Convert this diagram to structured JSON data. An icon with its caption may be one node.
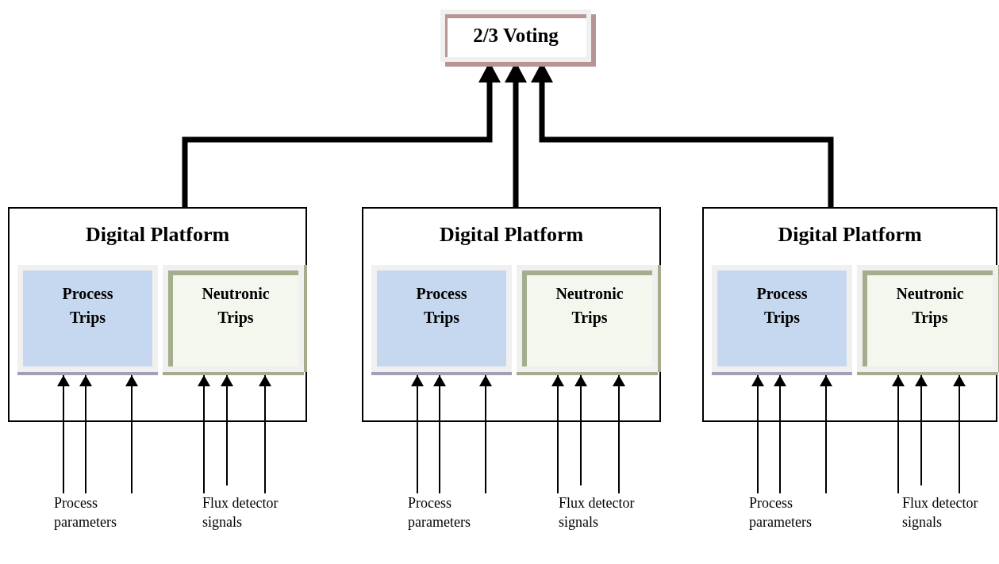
{
  "diagram": {
    "nodes": [
      {
        "text": [
          "2/3 Voting"
        ]
      },
      {
        "text": [
          "Digital Platform"
        ]
      },
      {
        "text": [
          "Process Trips"
        ],
        "in": 1
      },
      {
        "text": [
          "Neutronic Trips"
        ],
        "in": 1
      },
      {
        "text": [
          "Digital Platform"
        ]
      },
      {
        "text": [
          "Process Trips"
        ],
        "in": 4
      },
      {
        "text": [
          "Neutronic Trips"
        ],
        "in": 4
      },
      {
        "text": [
          "Digital Platform"
        ]
      },
      {
        "text": [
          "Process Trips"
        ],
        "in": 7
      },
      {
        "text": [
          "Neutronic Trips"
        ],
        "in": 7
      },
      {
        "text": [
          "Process parameters"
        ]
      },
      {
        "text": [
          "Flux detector signals"
        ]
      },
      {
        "text": [
          "Process parameters"
        ]
      },
      {
        "text": [
          "Flux detector signals"
        ]
      },
      {
        "text": [
          "Process parameters"
        ]
      },
      {
        "text": [
          "Flux detector signals"
        ]
      }
    ],
    "edges": [
      {
        "from": 1,
        "to": 0,
        "arrow": "to",
        "style": "thick"
      },
      {
        "from": 4,
        "to": 0,
        "arrow": "to",
        "style": "thick"
      },
      {
        "from": 7,
        "to": 0,
        "arrow": "to",
        "style": "thick"
      },
      {
        "from": 10,
        "to": 2,
        "arrow": "to"
      },
      {
        "from": 10,
        "to": 2,
        "arrow": "to"
      },
      {
        "from": 10,
        "to": 2,
        "arrow": "to"
      },
      {
        "from": 11,
        "to": 3,
        "arrow": "to"
      },
      {
        "from": 11,
        "to": 3,
        "arrow": "to"
      },
      {
        "from": 11,
        "to": 3,
        "arrow": "to"
      },
      {
        "from": 12,
        "to": 5,
        "arrow": "to"
      },
      {
        "from": 12,
        "to": 5,
        "arrow": "to"
      },
      {
        "from": 12,
        "to": 5,
        "arrow": "to"
      },
      {
        "from": 13,
        "to": 6,
        "arrow": "to"
      },
      {
        "from": 13,
        "to": 6,
        "arrow": "to"
      },
      {
        "from": 13,
        "to": 6,
        "arrow": "to"
      },
      {
        "from": 14,
        "to": 8,
        "arrow": "to"
      },
      {
        "from": 14,
        "to": 8,
        "arrow": "to"
      },
      {
        "from": 14,
        "to": 8,
        "arrow": "to"
      },
      {
        "from": 15,
        "to": 9,
        "arrow": "to"
      },
      {
        "from": 15,
        "to": 9,
        "arrow": "to"
      },
      {
        "from": 15,
        "to": 9,
        "arrow": "to"
      }
    ]
  }
}
